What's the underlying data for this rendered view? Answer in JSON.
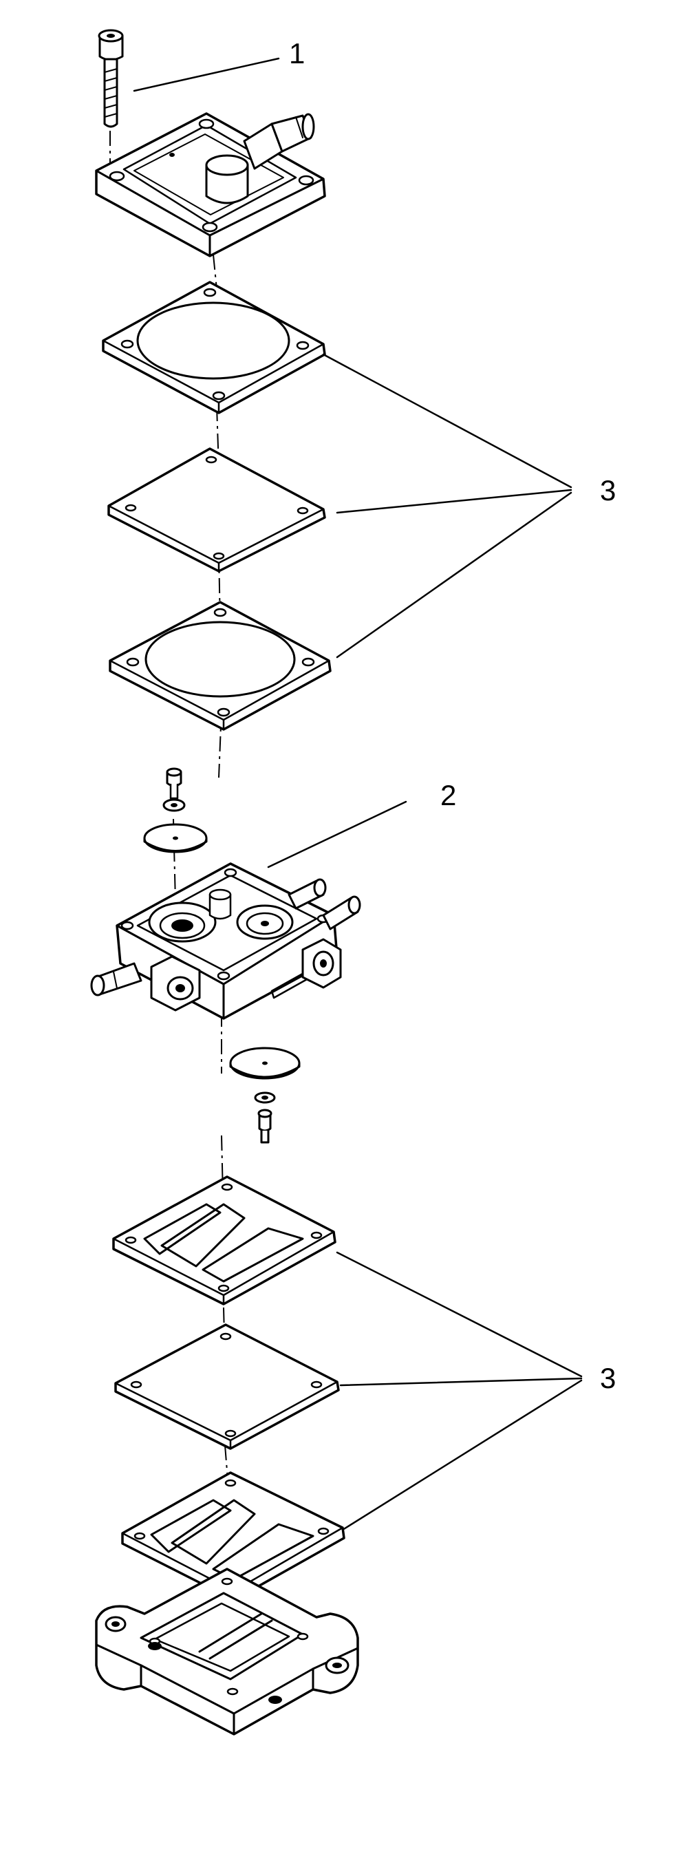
{
  "callouts": {
    "bolt": "1",
    "pump_body": "2",
    "gasket_set_upper": "3",
    "gasket_set_lower": "3"
  }
}
